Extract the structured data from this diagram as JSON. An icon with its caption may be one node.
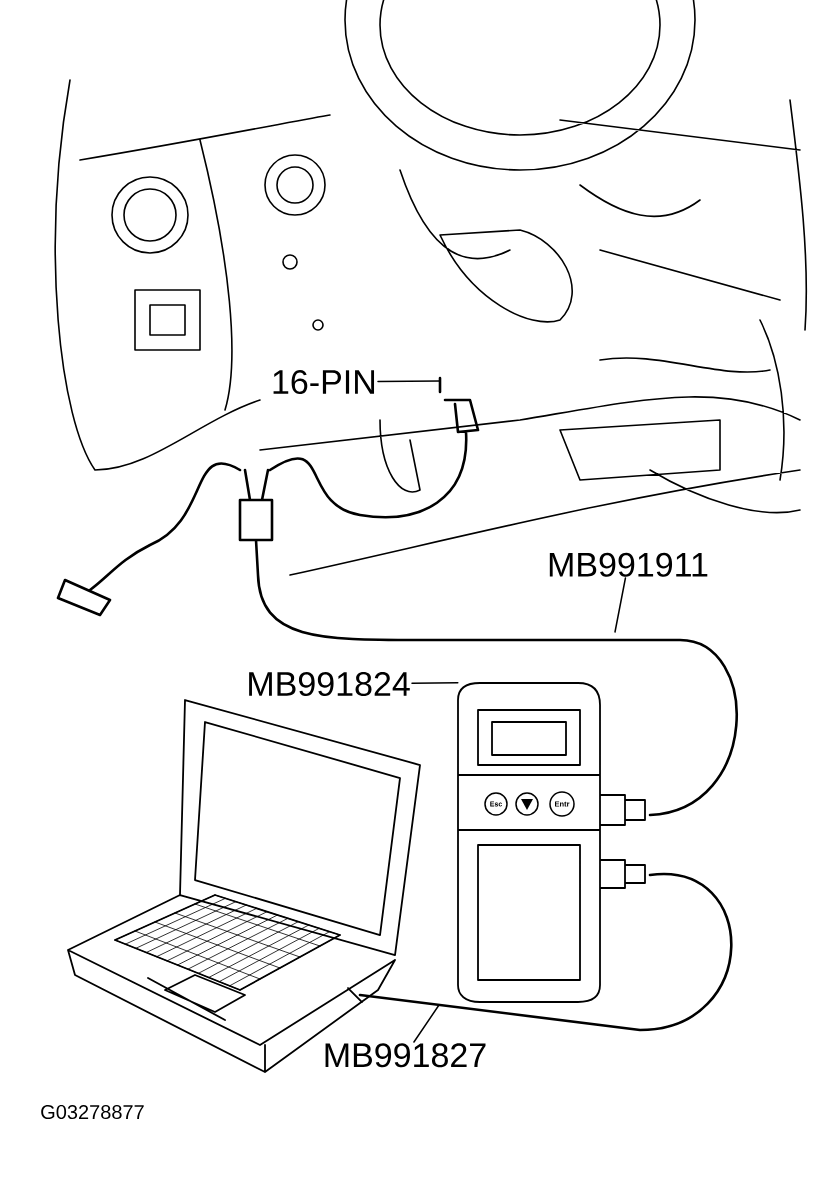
{
  "diagram": {
    "nodes": [
      {
        "text": [
          "16-PIN"
        ]
      },
      {
        "text": [
          "MB991911"
        ]
      },
      {
        "text": [
          "MB991824"
        ]
      },
      {
        "text": [
          "MB991827"
        ]
      },
      {
        "text": [],
        "shape": "picture"
      }
    ],
    "edges": [
      {
        "from": 0,
        "to": null,
        "arrow": "none"
      },
      {
        "from": 1,
        "to": null,
        "arrow": "none"
      },
      {
        "from": 2,
        "to": 4,
        "arrow": "none"
      },
      {
        "from": 3,
        "to": null,
        "arrow": "none"
      }
    ],
    "labels": [
      "Esc",
      "Entr",
      "G03278877"
    ]
  }
}
